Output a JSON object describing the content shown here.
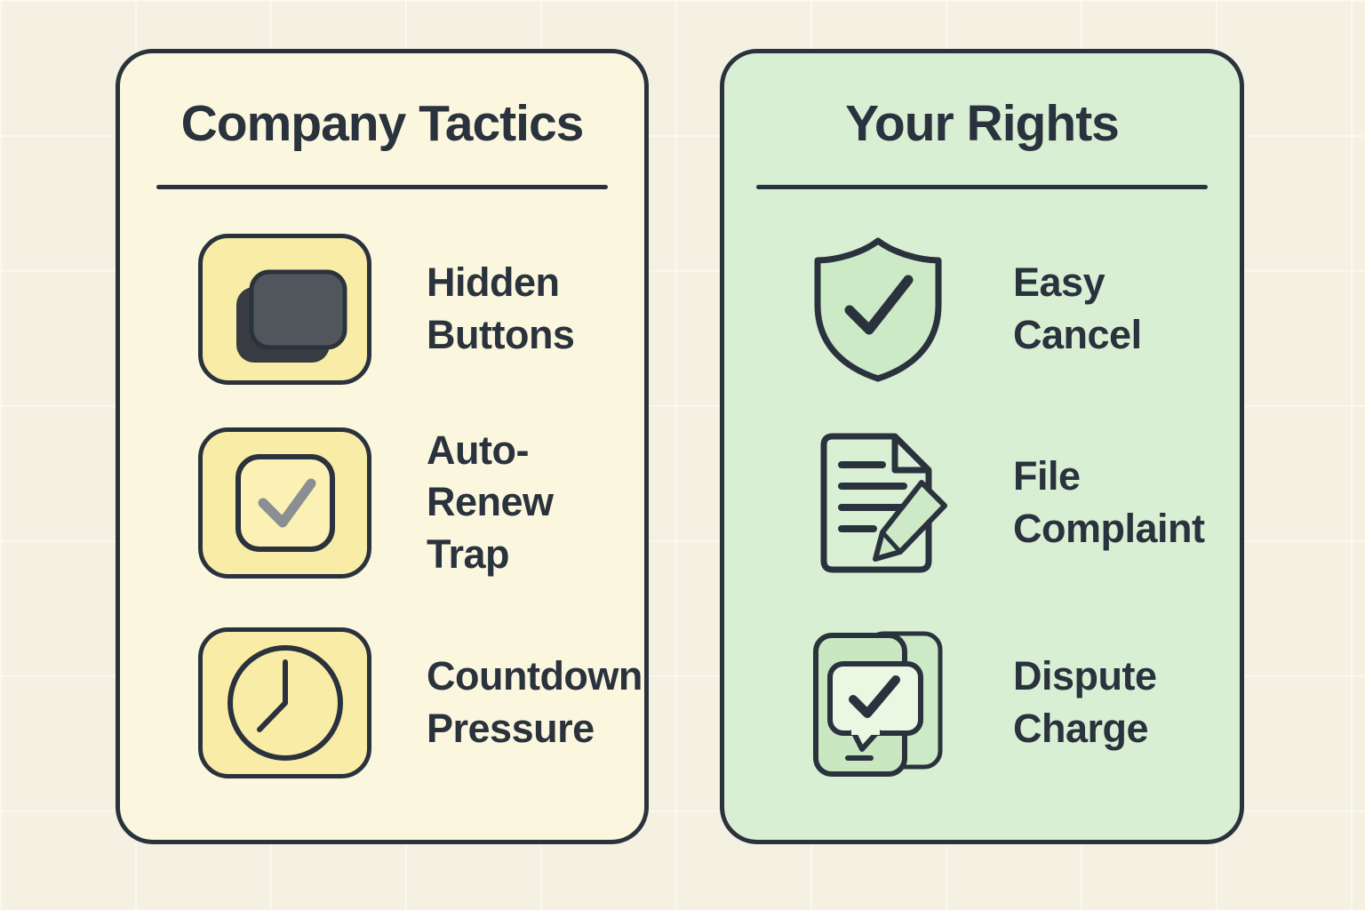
{
  "colors": {
    "ink": "#2a323e",
    "page_bg": "#f4f1e3",
    "left_panel_bg": "#fbf7de",
    "left_icon_bg": "#f8eca6",
    "right_panel_bg": "#d9efd3",
    "green_icon_fill": "#cdeac6",
    "bubble_fill": "#e9f7e3",
    "gray_check": "#8b8e92",
    "dark_button": "#51565c"
  },
  "left_panel": {
    "title": "Company Tactics",
    "items": [
      {
        "icon": "hidden-buttons-icon",
        "label": "Hidden\nButtons"
      },
      {
        "icon": "auto-renew-checkbox-icon",
        "label": "Auto-\nRenew\nTrap"
      },
      {
        "icon": "countdown-clock-icon",
        "label": "Countdown\nPressure"
      }
    ]
  },
  "right_panel": {
    "title": "Your Rights",
    "items": [
      {
        "icon": "shield-check-icon",
        "label": "Easy\nCancel"
      },
      {
        "icon": "file-complaint-document-icon",
        "label": "File\nComplaint"
      },
      {
        "icon": "dispute-phone-chat-icon",
        "label": "Dispute\nCharge"
      }
    ]
  }
}
